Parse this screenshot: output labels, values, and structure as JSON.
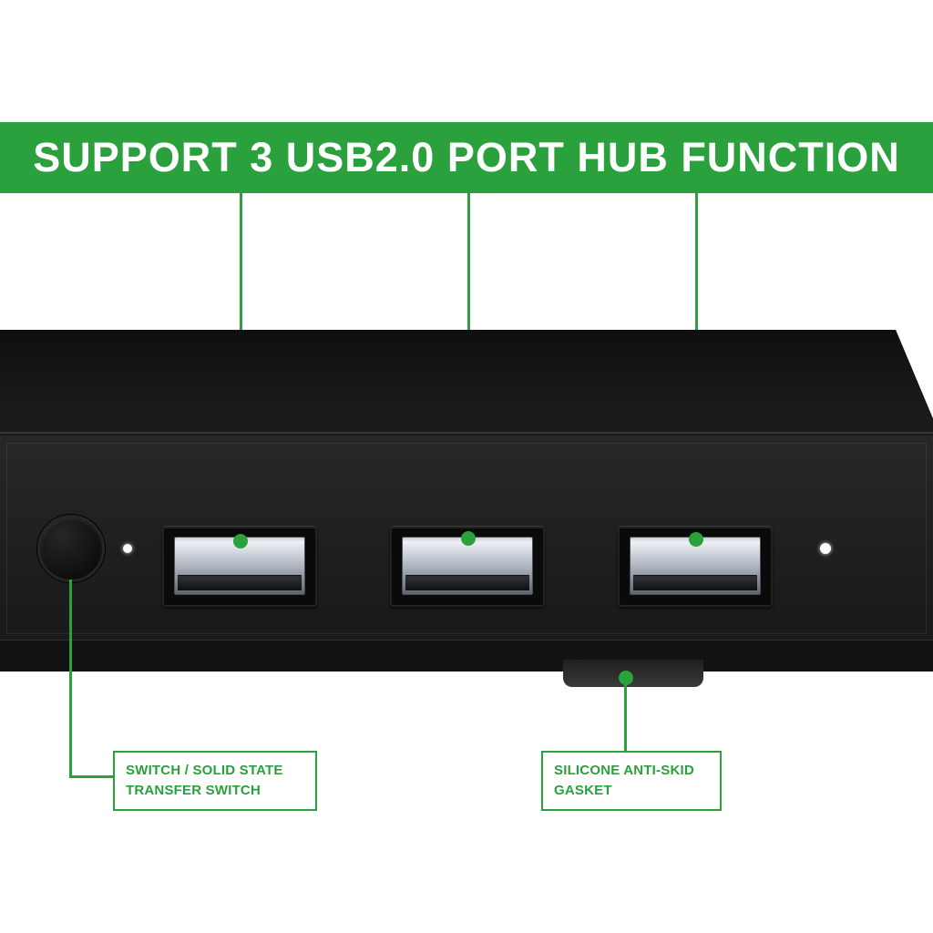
{
  "banner": {
    "title": "SUPPORT 3 USB2.0 PORT HUB FUNCTION"
  },
  "device": {
    "type": "usb-hub",
    "port_count": 3,
    "ports": [
      {
        "name": "usb-2.0-port-1"
      },
      {
        "name": "usb-2.0-port-2"
      },
      {
        "name": "usb-2.0-port-3"
      }
    ]
  },
  "callouts": {
    "switch": {
      "line1": "SWITCH / SOLID STATE",
      "line2": "TRANSFER SWITCH"
    },
    "gasket": {
      "line1": "SILICONE ANTI-SKID",
      "line2": "GASKET"
    }
  },
  "colors": {
    "accent_green": "#2aa13c",
    "device_black": "#1b1b1b",
    "usb_silver": "#c9ced6",
    "banner_text": "#ffffff"
  }
}
